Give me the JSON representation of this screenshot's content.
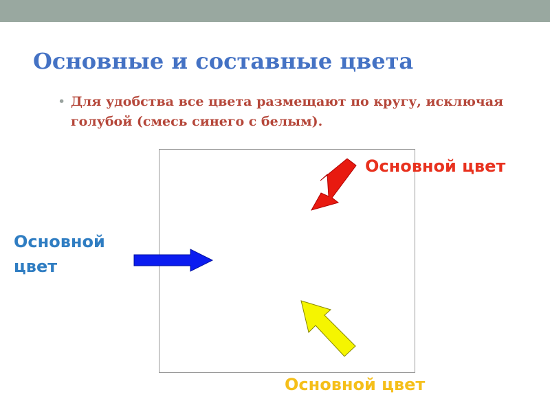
{
  "slide": {
    "title": "Основные и составные цвета",
    "bullet_marker": "•",
    "bullet_text": "Для удобства все цвета размещают по кругу, исключая голубой  (смесь синего с белым)."
  },
  "labels": {
    "red": "Основной цвет",
    "blue": "Основной цвет",
    "yellow": "Основной цвет"
  },
  "colors": {
    "top_bar": "#99a8a0",
    "title": "#4472c4",
    "bullet_text": "#b5473a",
    "red_arrow": "#e81a10",
    "blue_arrow": "#0b1cf0",
    "yellow_arrow": "#f5f500",
    "red_label": "#e8311e",
    "blue_label": "#2f7dc2",
    "yellow_label": "#f5bf1a"
  }
}
